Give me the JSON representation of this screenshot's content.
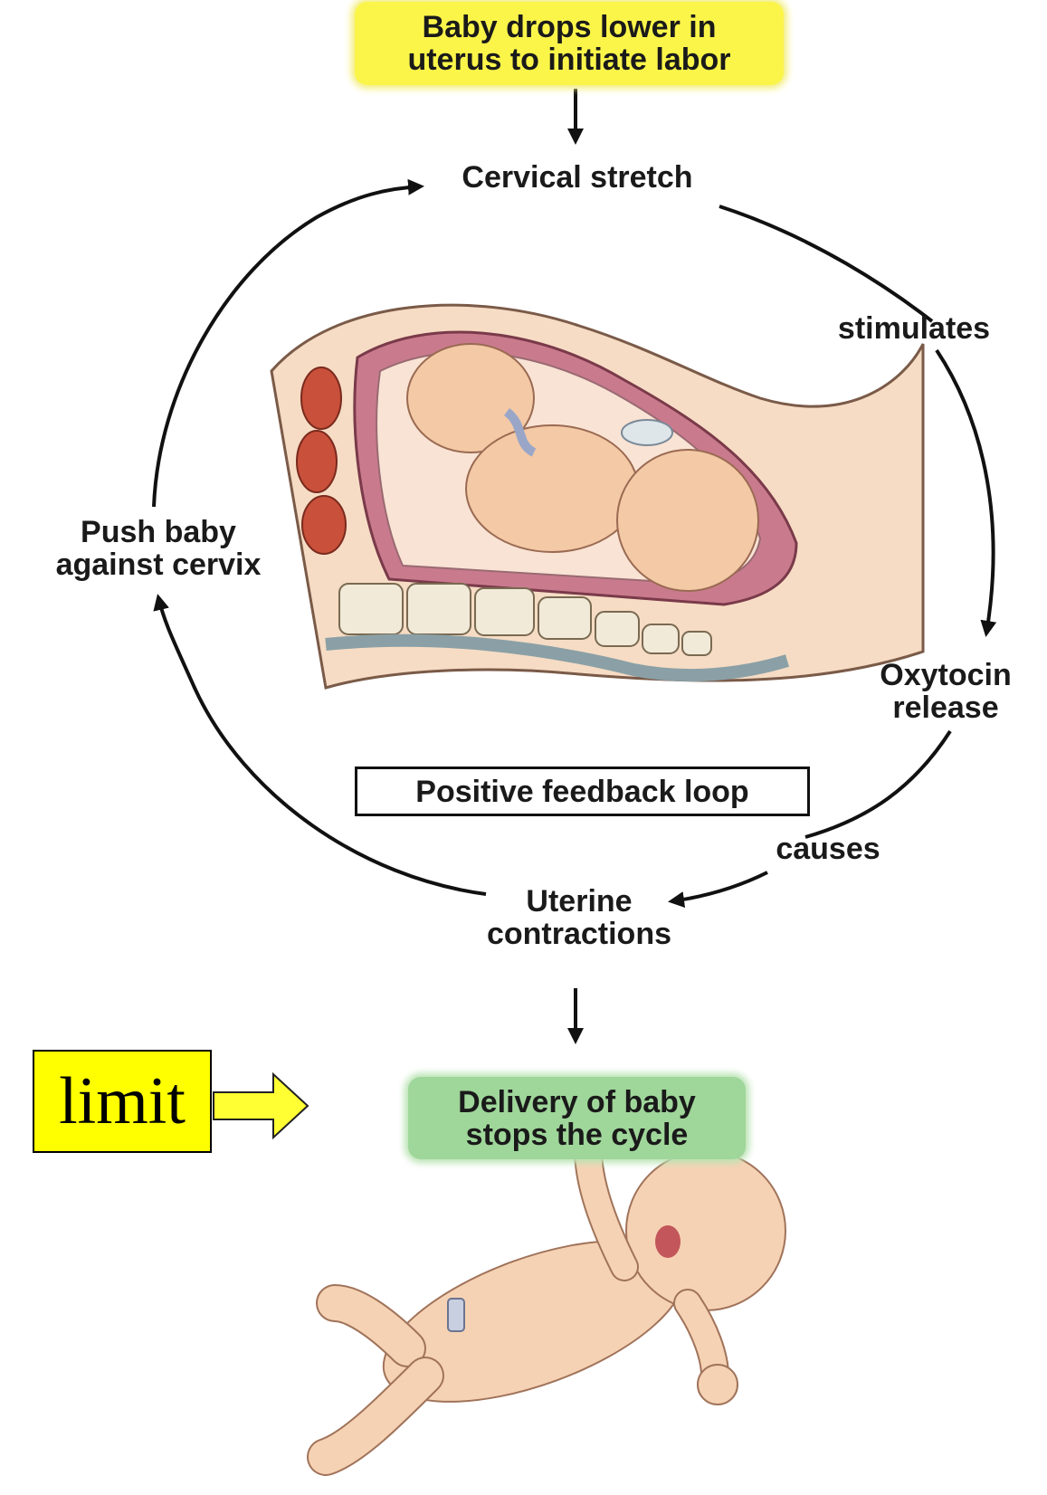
{
  "diagram": {
    "start_box": {
      "line1": "Baby drops lower in",
      "line2": "uterus to  initiate labor"
    },
    "cervical_stretch": "Cervical stretch",
    "stimulates": "stimulates",
    "oxytocin": {
      "line1": "Oxytocin",
      "line2": "release"
    },
    "causes": "causes",
    "uterine": {
      "line1": "Uterine",
      "line2": "contractions"
    },
    "push": {
      "line1": "Push baby",
      "line2": "against cervix"
    },
    "center_box": "Positive feedback loop",
    "end_box": {
      "line1": "Delivery of baby",
      "line2": "stops the cycle"
    },
    "limit": "limit"
  },
  "colors": {
    "start_box": "#fbf54a",
    "end_box": "#9fd69a",
    "limit_box": "#ffff00",
    "skin": "#f3c9a6",
    "uterus": "#c97b8d",
    "muscle": "#c9503a"
  }
}
